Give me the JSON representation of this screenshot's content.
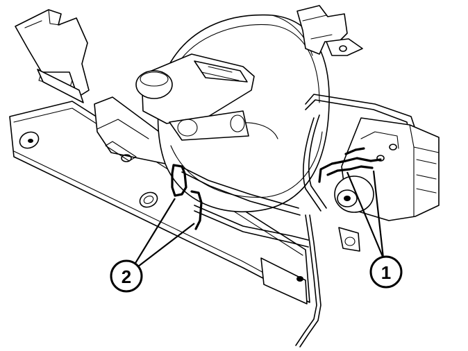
{
  "diagram": {
    "callouts": [
      {
        "id": "callout-1",
        "label": "1"
      },
      {
        "id": "callout-2",
        "label": "2"
      }
    ],
    "colors": {
      "line": "#000000",
      "background": "#ffffff"
    }
  }
}
